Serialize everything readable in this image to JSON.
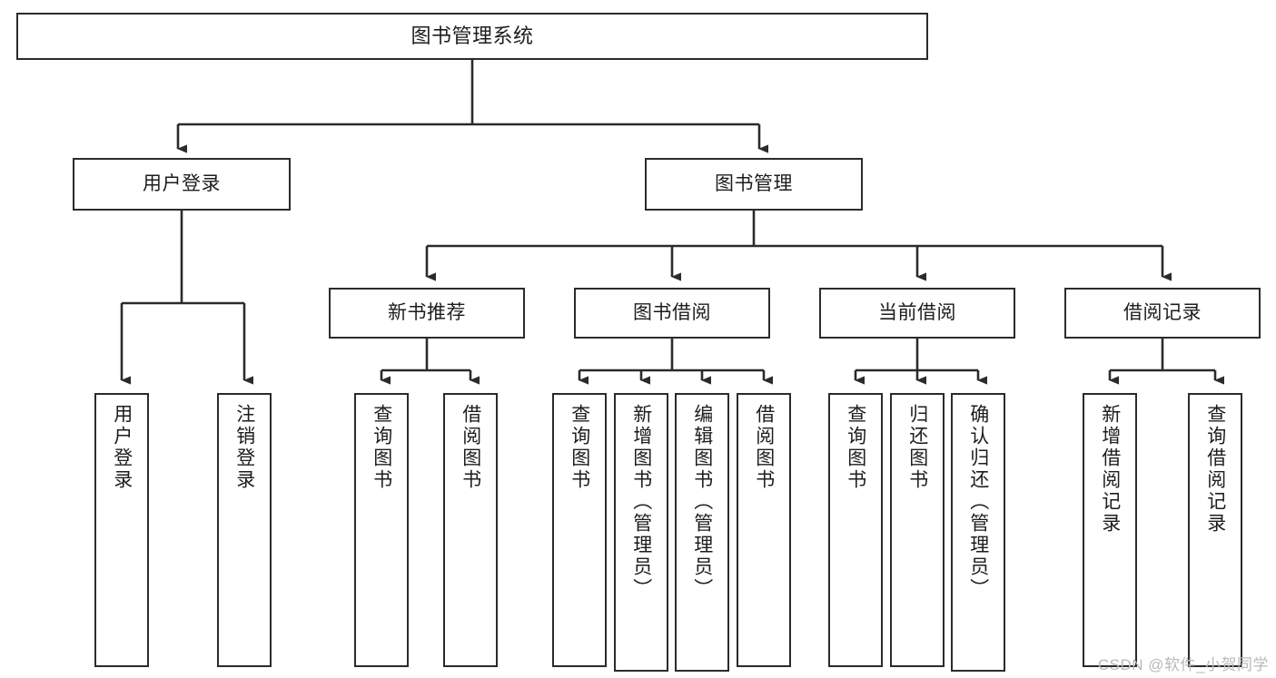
{
  "diagram": {
    "type": "hierarchy-tree",
    "title": "图书管理系统",
    "levels": 4,
    "nodes": {
      "root": {
        "label": "图书管理系统"
      },
      "level2": [
        {
          "id": "user-login",
          "label": "用户登录"
        },
        {
          "id": "book-management",
          "label": "图书管理"
        }
      ],
      "level3": [
        {
          "id": "new-book-recommend",
          "label": "新书推荐",
          "parent": "book-management"
        },
        {
          "id": "book-borrow",
          "label": "图书借阅",
          "parent": "book-management"
        },
        {
          "id": "current-borrow",
          "label": "当前借阅",
          "parent": "book-management"
        },
        {
          "id": "borrow-record",
          "label": "借阅记录",
          "parent": "book-management"
        }
      ],
      "leaves": [
        {
          "id": "leaf-user-login",
          "label": "用户登录",
          "parent": "user-login"
        },
        {
          "id": "leaf-logout",
          "label": "注销登录",
          "parent": "user-login"
        },
        {
          "id": "leaf-query-book-1",
          "label": "查询图书",
          "parent": "new-book-recommend"
        },
        {
          "id": "leaf-borrow-book-1",
          "label": "借阅图书",
          "parent": "new-book-recommend"
        },
        {
          "id": "leaf-query-book-2",
          "label": "查询图书",
          "parent": "book-borrow"
        },
        {
          "id": "leaf-add-book",
          "label": "新增图书（管理员）",
          "parent": "book-borrow"
        },
        {
          "id": "leaf-edit-book",
          "label": "编辑图书（管理员）",
          "parent": "book-borrow"
        },
        {
          "id": "leaf-borrow-book-2",
          "label": "借阅图书",
          "parent": "book-borrow"
        },
        {
          "id": "leaf-query-book-3",
          "label": "查询图书",
          "parent": "current-borrow"
        },
        {
          "id": "leaf-return-book",
          "label": "归还图书",
          "parent": "current-borrow"
        },
        {
          "id": "leaf-confirm-return",
          "label": "确认归还（管理员）",
          "parent": "current-borrow"
        },
        {
          "id": "leaf-add-record",
          "label": "新增借阅记录",
          "parent": "borrow-record"
        },
        {
          "id": "leaf-query-record",
          "label": "查询借阅记录",
          "parent": "borrow-record"
        }
      ]
    },
    "colors": {
      "stroke": "#2b2b2b",
      "fill": "#ffffff",
      "text": "#1d1d1d",
      "watermark": "#b9b9b9"
    }
  },
  "watermark": {
    "text": "CSDN @软件_小贺同学"
  }
}
